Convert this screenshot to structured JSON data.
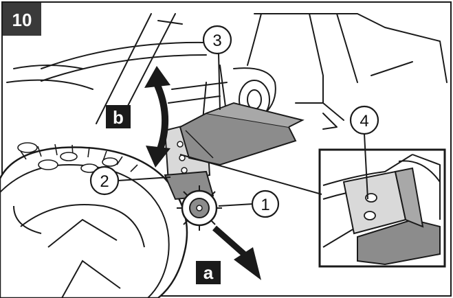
{
  "figure": {
    "step_number": "10",
    "callouts": [
      "1",
      "2",
      "3",
      "4"
    ],
    "direction_labels": {
      "a": "a",
      "b": "b"
    }
  },
  "colors": {
    "line": "#1a1a1a",
    "part_fill": "#8c8c8c",
    "part_light": "#bdbdbd",
    "badge": "#3a3a3a",
    "background": "#ffffff"
  }
}
